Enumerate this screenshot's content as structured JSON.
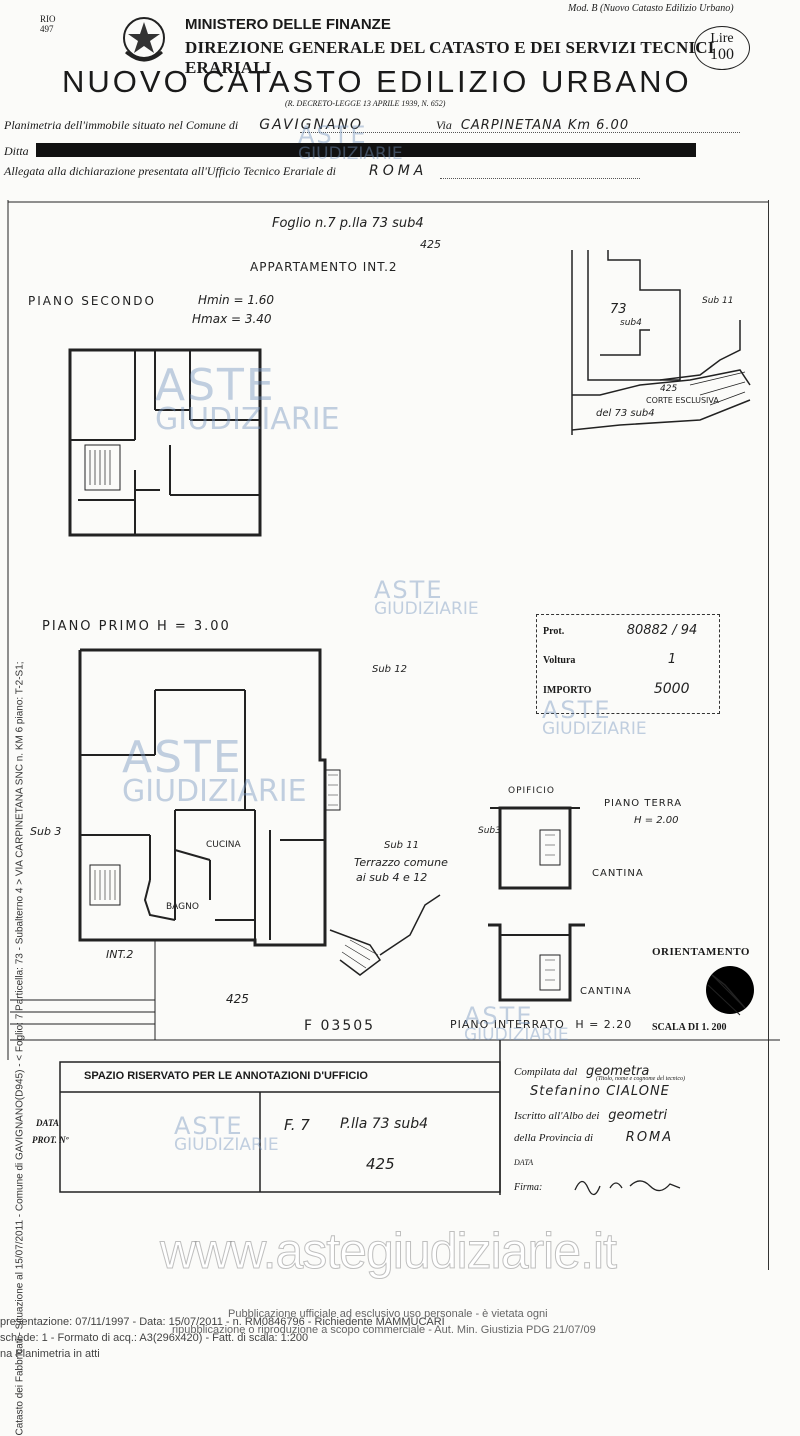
{
  "header": {
    "corner_code_1": "RIO",
    "corner_code_2": "497",
    "mod_label": "Mod. B (Nuovo Catasto Edilizio Urbano)",
    "ministry": "MINISTERO DELLE FINANZE",
    "direzione": "DIREZIONE GENERALE DEL CATASTO E DEI SERVIZI TECNICI ERARIALI",
    "title": "NUOVO CATASTO EDILIZIO URBANO",
    "decree": "(R. DECRETO-LEGGE 13 APRILE 1939, N. 652)",
    "stamp_lire": "Lire",
    "stamp_value": "100"
  },
  "form_lines": {
    "planimetria_label": "Planimetria dell'immobile situato nel Comune di",
    "comune_value": "GAVIGNANO",
    "via_label": "Via",
    "via_value": "CARPINETANA Km 6.00",
    "ditta_label": "Ditta",
    "allegata_label": "Allegata alla dichiarazione presentata all'Ufficio Tecnico Erariale di",
    "ufficio_value": "ROMA"
  },
  "plan": {
    "foglio_note": "Foglio n.7  p.lla 73 sub4",
    "foglio_note_2": "425",
    "appartamento": "APPARTAMENTO INT.2",
    "piano_secondo": "PIANO SECONDO",
    "hmin": "Hmin = 1.60",
    "hmax": "Hmax = 3.40",
    "map_73": "73",
    "map_sub4": "sub4",
    "map_sub11": "Sub 11",
    "map_425": "425",
    "corte": "CORTE ESCLUSIVA",
    "corte_2": "del 73 sub4",
    "piano_primo": "PIANO PRIMO  H = 3.00",
    "sub12": "Sub 12",
    "sub3": "Sub 3",
    "cucina": "CUCINA",
    "bagno": "BAGNO",
    "int2": "INT.2",
    "sub11_b": "Sub 11",
    "terrazzo": "Terrazzo comune",
    "terrazzo_2": "ai sub 4 e 12",
    "opificio": "OPIFICIO",
    "sub3b": "Sub3",
    "piano_terra": "PIANO TERRA",
    "piano_terra_h": "H = 2.00",
    "cantina_1": "CANTINA",
    "cantina_2": "CANTINA",
    "label_425": "425",
    "piano_interrato": "PIANO INTERRATO",
    "piano_interrato_h": "H = 2.20",
    "orientamento": "ORIENTAMENTO",
    "scala": "SCALA DI 1. 200",
    "prot_stamp": "F 03505"
  },
  "stamp_box": {
    "prot_label": "Prot.",
    "prot_value": "80882 / 94",
    "voltura_label": "Voltura",
    "voltura_value": "1",
    "importo_label": "IMPORTO",
    "importo_value": "5000"
  },
  "bottom_form": {
    "spazio": "SPAZIO RISERVATO PER LE ANNOTAZIONI D'UFFICIO",
    "data_label": "DATA",
    "prot_label": "PROT. Nº",
    "annot_f": "F. 7",
    "annot_plla": "P.lla 73 sub4",
    "annot_425": "425",
    "compilata_label": "Compilata dal",
    "compilata_value": "geometra",
    "titolo_note": "(Titolo, nome e cognome del tecnico)",
    "tecnico": "Stefanino CIALONE",
    "iscritto_label": "Iscritto all'Albo dei",
    "iscritto_value": "geometri",
    "provincia_label": "della Provincia di",
    "provincia_value": "ROMA",
    "data2_label": "DATA",
    "firma_label": "Firma:"
  },
  "watermark": {
    "aste": "ASTE",
    "giudiziarie": "GIUDIZIARIE",
    "site": "www.astegiudiziarie.it",
    "notice_1": "Pubblicazione ufficiale ad esclusivo uso personale - è vietata ogni",
    "notice_2": "ripubblicazione o riproduzione a scopo commerciale - Aut. Min. Giustizia PDG 21/07/09"
  },
  "side_text": "Catasto dei Fabbricati - Situazione al 15/07/2011 - Comune di GAVIGNANO(D945) - < Foglio: 7 Particella: 73 - Subalterno 4 > VIA CARPINETANA SNC n. KM 6 piano: T-2-S1;",
  "footer": {
    "line1": "presentazione: 07/11/1997 - Data: 15/07/2011 - n. RM0846796 - Richiedente MAMMUCARI",
    "line2": "schede: 1 - Formato di acq.: A3(296x420) - Fatt. di scala: 1:200",
    "line3": "na Planimetria in atti"
  }
}
